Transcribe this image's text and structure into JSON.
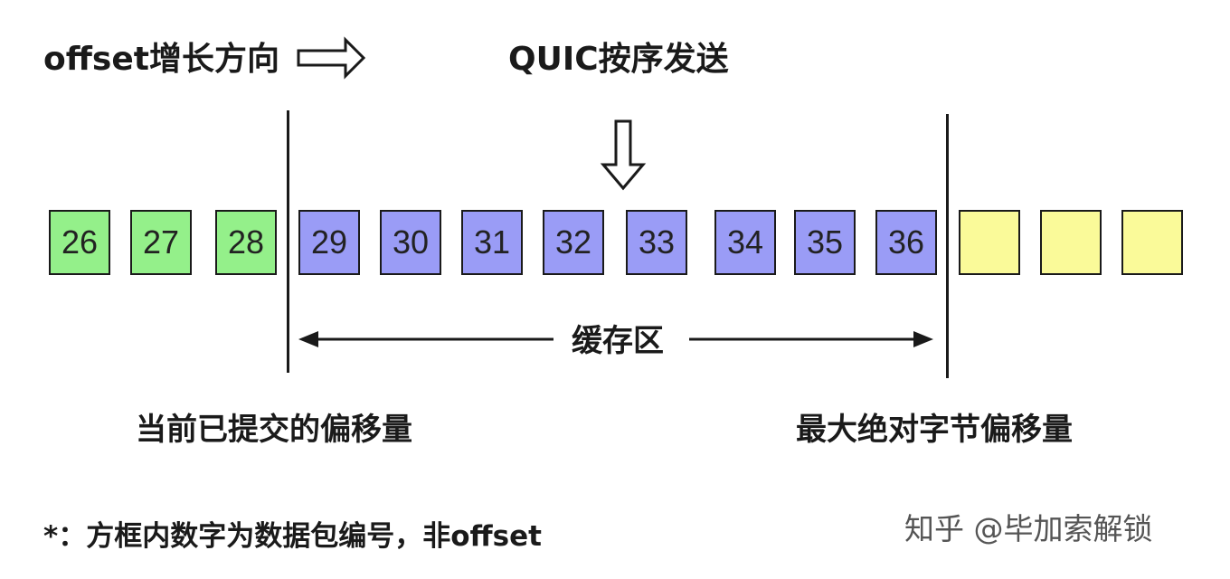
{
  "labels": {
    "offset_direction": "offset增长方向",
    "quic_send": "QUIC按序发送",
    "buffer": "缓存区",
    "committed_offset": "当前已提交的偏移量",
    "max_offset": "最大绝对字节偏移量",
    "footnote": "*：方框内数字为数据包编号，非offset",
    "watermark": "知乎 @毕加索解锁"
  },
  "packets": {
    "committed": [
      "26",
      "27",
      "28"
    ],
    "buffered": [
      "29",
      "30",
      "31",
      "32",
      "33",
      "34",
      "35",
      "36"
    ],
    "pending": [
      "",
      "",
      ""
    ]
  },
  "colors": {
    "committed": "#94f08a",
    "buffered": "#9a9cf6",
    "pending": "#fafa99",
    "stroke": "#1a1a1a"
  },
  "icons": {
    "direction_arrow": "hollow-right-arrow",
    "send_arrow": "hollow-down-arrow",
    "buffer_range": "double-headed-arrow"
  }
}
